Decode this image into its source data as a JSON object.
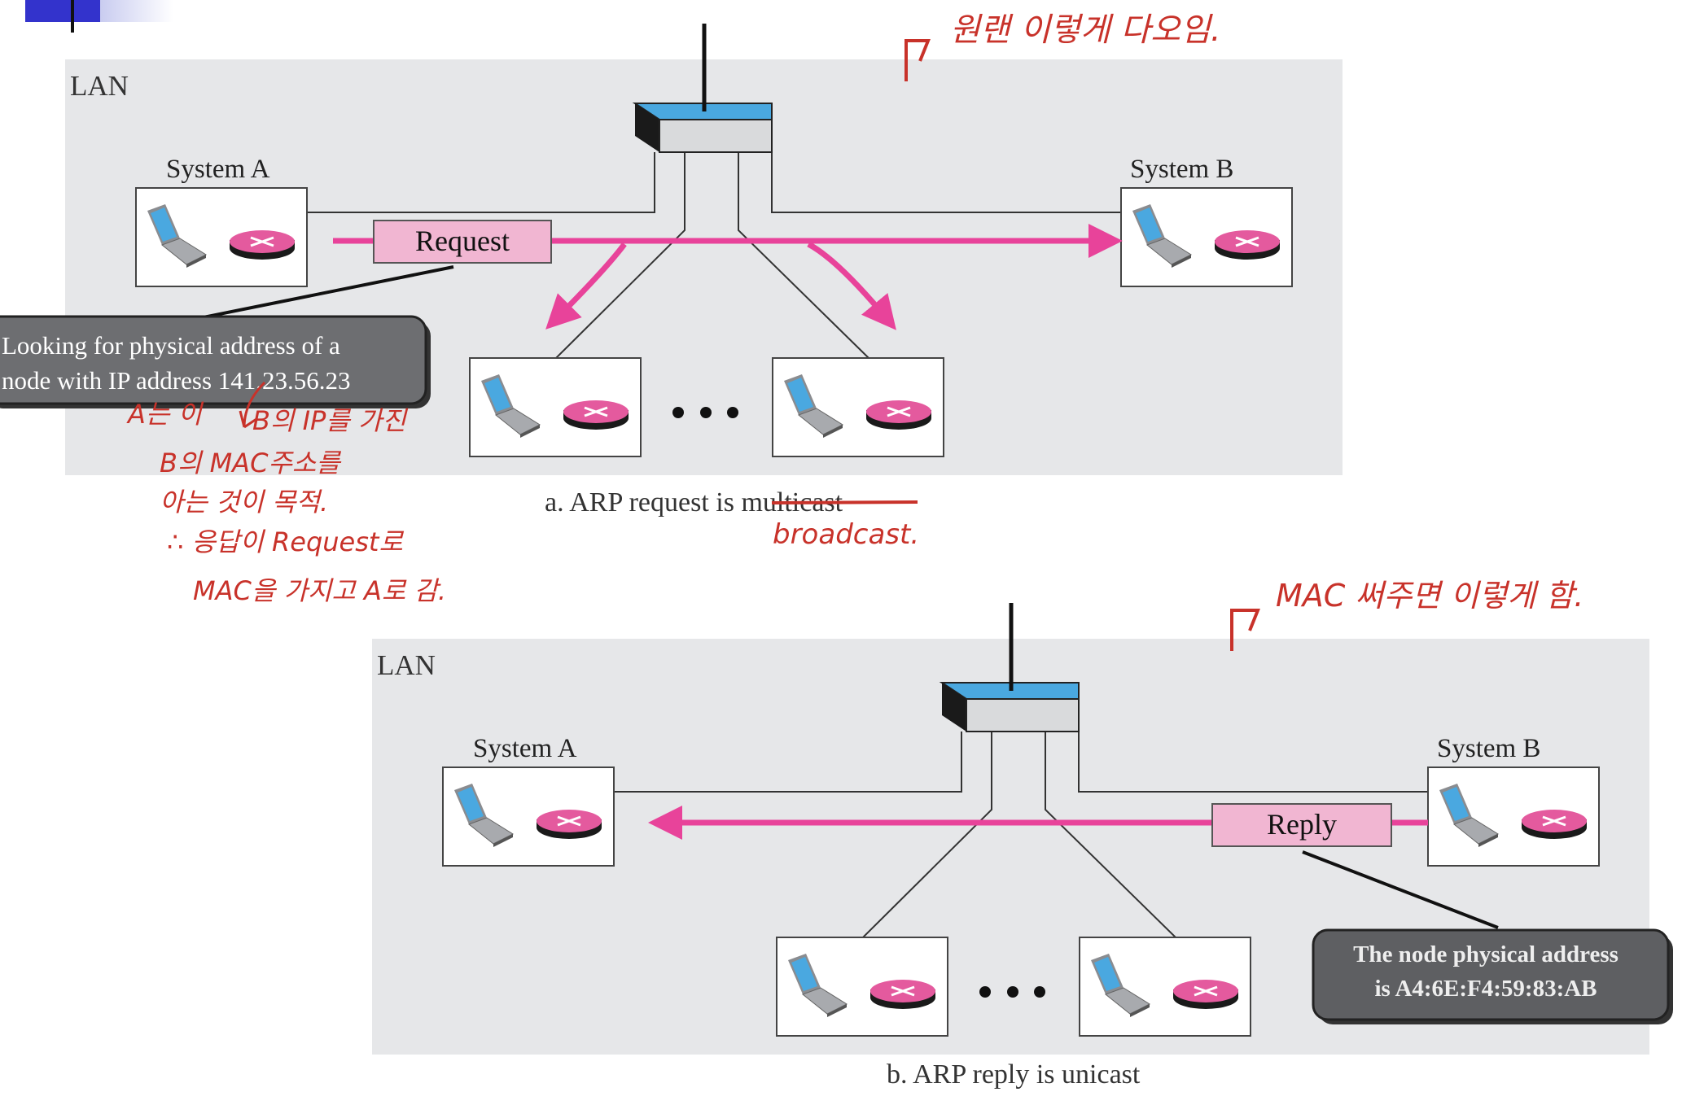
{
  "colors": {
    "panel": "#e6e7e9",
    "pink": "#e8439a",
    "pink_box": "#f1b6d2",
    "switch_top": "#4aa8e0",
    "bubble": "#6d6e71",
    "bubble_dark": "#5e5f62",
    "ink": "#c8322a"
  },
  "panel_a": {
    "lan_label": "LAN",
    "system_a": "System A",
    "system_b": "System B",
    "message_label": "Request",
    "callout": [
      "Looking for physical address of a",
      "node with IP address 141.23.56.23"
    ],
    "caption_prefix": "a. ARP request is ",
    "caption_struck": "multicast",
    "correction": "broadcast."
  },
  "panel_b": {
    "lan_label": "LAN",
    "system_a": "System A",
    "system_b": "System B",
    "message_label": "Reply",
    "callout": [
      "The node physical address",
      "is A4:6E:F4:59:83:AB"
    ],
    "caption": "b. ARP reply is unicast"
  },
  "annotations": {
    "top_note": "원랜 이렇게 다오임.",
    "bottom_note": "MAC 써주면 이렇게 함.",
    "left_note": [
      "A는 이",
      "B의 IP를 가진",
      "B의 MAC주소를",
      "아는 것이 목적.",
      "∴ 응답이 Request로",
      "MAC을 가지고 A로 감."
    ]
  },
  "icons": [
    "laptop-icon",
    "switch-icon",
    "router-icon",
    "ellipsis-icon"
  ]
}
